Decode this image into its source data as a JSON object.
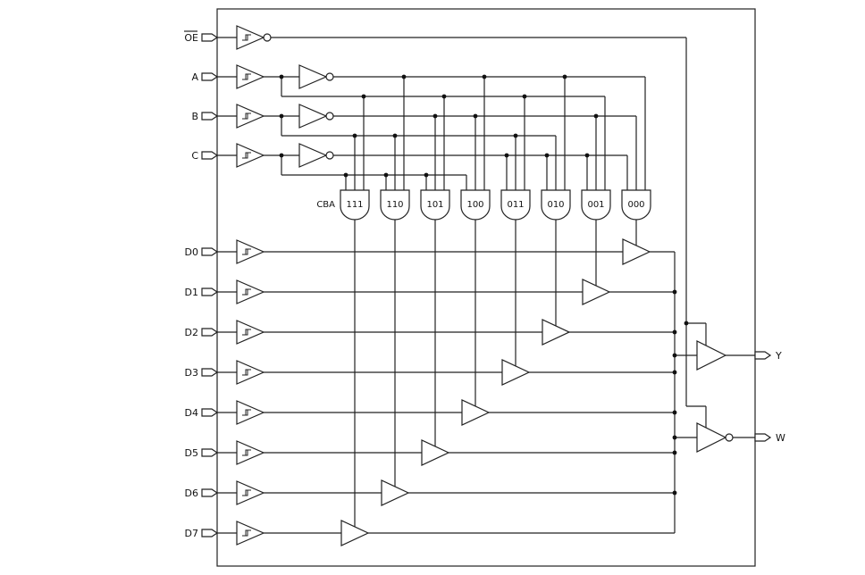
{
  "colors": {
    "stroke": "#222222",
    "background": "#ffffff",
    "junction": "#111111"
  },
  "schematic": {
    "type": "8-to-1 multiplexer logic diagram",
    "inputs": {
      "oe": {
        "label": "OE",
        "overline": true,
        "inverted_buffer": true
      },
      "a": {
        "label": "A"
      },
      "b": {
        "label": "B"
      },
      "c": {
        "label": "C"
      },
      "data": [
        "D0",
        "D1",
        "D2",
        "D3",
        "D4",
        "D5",
        "D6",
        "D7"
      ]
    },
    "select_header": "CBA",
    "decoder_gates": [
      "111",
      "110",
      "101",
      "100",
      "011",
      "010",
      "001",
      "000"
    ],
    "outputs": {
      "y": {
        "label": "Y",
        "inverted": false
      },
      "w": {
        "label": "W",
        "inverted": true
      }
    }
  }
}
